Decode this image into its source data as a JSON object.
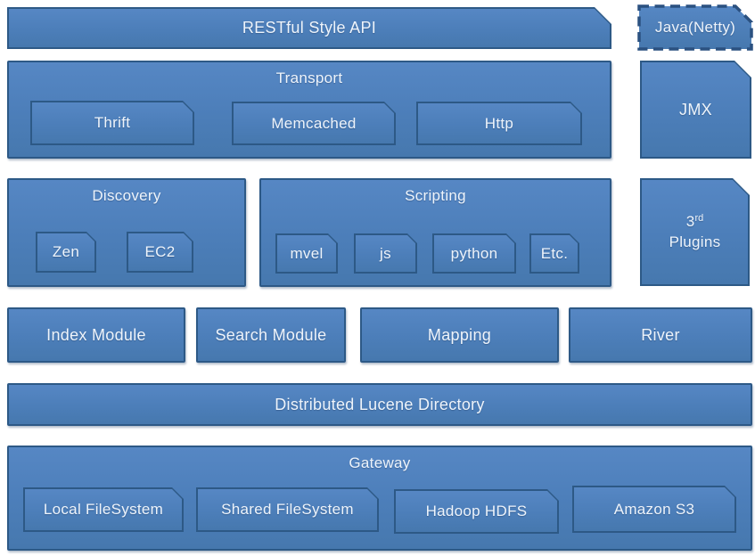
{
  "diagram": {
    "restful_api": {
      "label": "RESTful Style API"
    },
    "java_netty": {
      "label": "Java(Netty)"
    },
    "transport": {
      "title": "Transport",
      "items": [
        {
          "label": "Thrift"
        },
        {
          "label": "Memcached"
        },
        {
          "label": "Http"
        }
      ]
    },
    "jmx": {
      "label": "JMX"
    },
    "discovery": {
      "title": "Discovery",
      "items": [
        {
          "label": "Zen"
        },
        {
          "label": "EC2"
        }
      ]
    },
    "scripting": {
      "title": "Scripting",
      "items": [
        {
          "label": "mvel"
        },
        {
          "label": "js"
        },
        {
          "label": "python"
        },
        {
          "label": "Etc."
        }
      ]
    },
    "third_party_plugins": {
      "line1_base": "3",
      "line1_sup": "rd",
      "line2": "Plugins"
    },
    "modules": {
      "items": [
        {
          "label": "Index Module"
        },
        {
          "label": "Search Module"
        },
        {
          "label": "Mapping"
        },
        {
          "label": "River"
        }
      ]
    },
    "lucene_directory": {
      "label": "Distributed Lucene Directory"
    },
    "gateway": {
      "title": "Gateway",
      "items": [
        {
          "label": "Local FileSystem"
        },
        {
          "label": "Shared FileSystem"
        },
        {
          "label": "Hadoop HDFS"
        },
        {
          "label": "Amazon S3"
        }
      ]
    }
  },
  "colors": {
    "box_fill": "#4d80bb",
    "box_border": "#2d5986",
    "text": "#eef4fb",
    "background": "#ffffff"
  }
}
